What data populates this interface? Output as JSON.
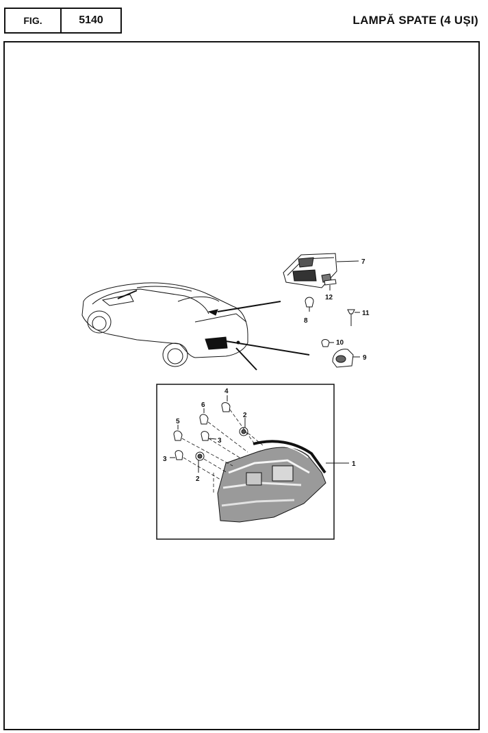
{
  "header": {
    "fig_label": "FIG.",
    "fig_number": "5140",
    "title": "LAMPĂ SPATE (4 UȘI)"
  },
  "callouts": {
    "c1": "1",
    "c2a": "2",
    "c2b": "2",
    "c3a": "3",
    "c3b": "3",
    "c4": "4",
    "c5": "5",
    "c6": "6",
    "c7": "7",
    "c8": "8",
    "c9": "9",
    "c10": "10",
    "c11": "11",
    "c12": "12"
  }
}
